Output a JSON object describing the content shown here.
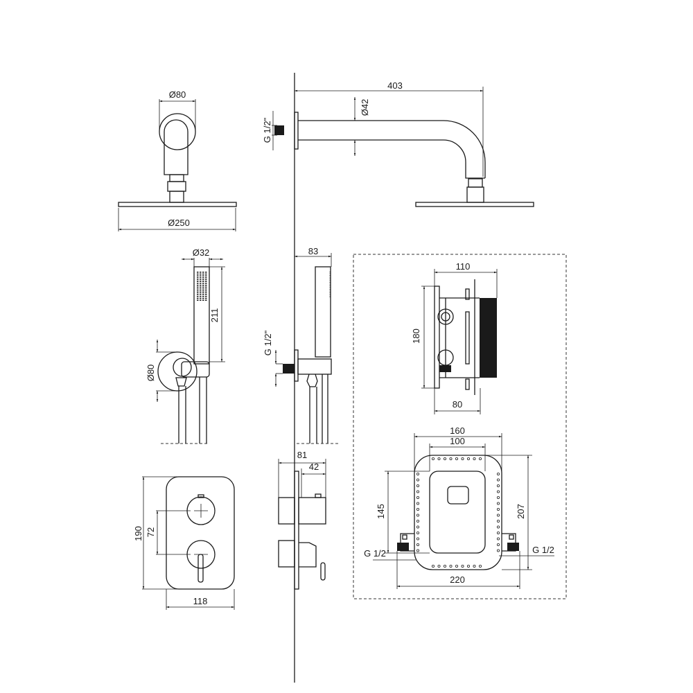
{
  "shower_head": {
    "rosette_diameter": "Ø80",
    "head_diameter": "Ø250",
    "arm_length": "403",
    "arm_diameter": "Ø42",
    "thread": "G 1/2\""
  },
  "hand_shower": {
    "handle_diameter": "Ø32",
    "handle_length": "211",
    "holder_diameter": "Ø80",
    "projection": "83",
    "thread": "G 1/2\""
  },
  "mixer": {
    "plate_height": "190",
    "handle_spacing": "72",
    "plate_width": "118",
    "depth_total": "81",
    "depth_handle": "42"
  },
  "box_side": {
    "width": "110",
    "height": "180",
    "depth": "80"
  },
  "box_front": {
    "outer_width": "160",
    "inner_width": "100",
    "inner_height": "145",
    "outer_height": "207",
    "total_width": "220",
    "thread_left": "G 1/2",
    "thread_right": "G 1/2"
  }
}
